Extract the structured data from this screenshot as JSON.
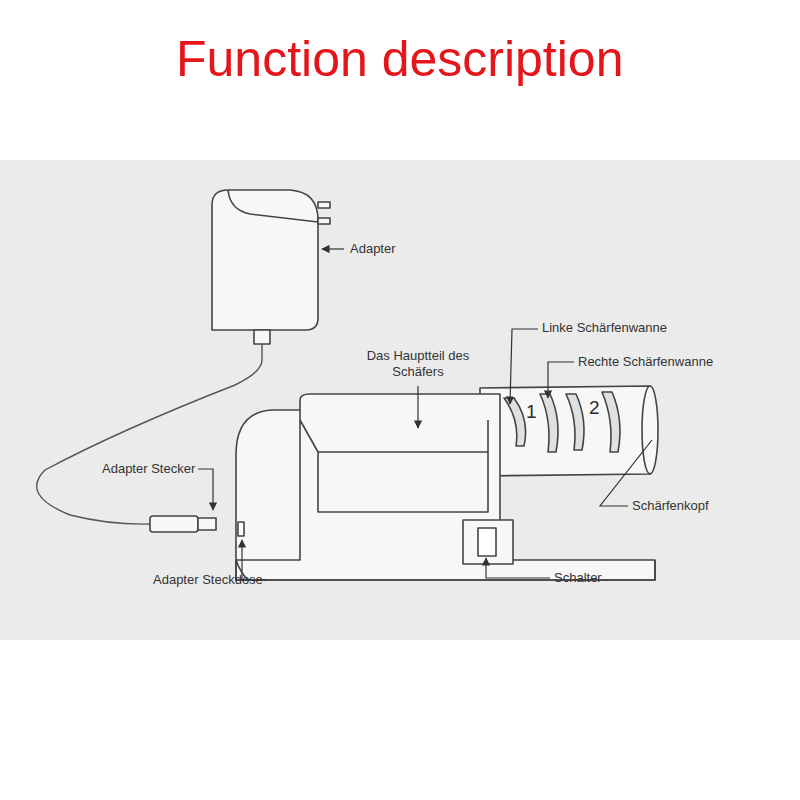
{
  "diagram": {
    "title": "Function description",
    "labels": [
      "Adapter",
      "Das Hauptteil des Schäfers",
      "Linke Schärfenwanne",
      "Rechte Schärfenwanne",
      "1",
      "2",
      "Adapter Stecker",
      "Schärfenkopf",
      "Adapter Steckdose",
      "Schalter"
    ]
  }
}
